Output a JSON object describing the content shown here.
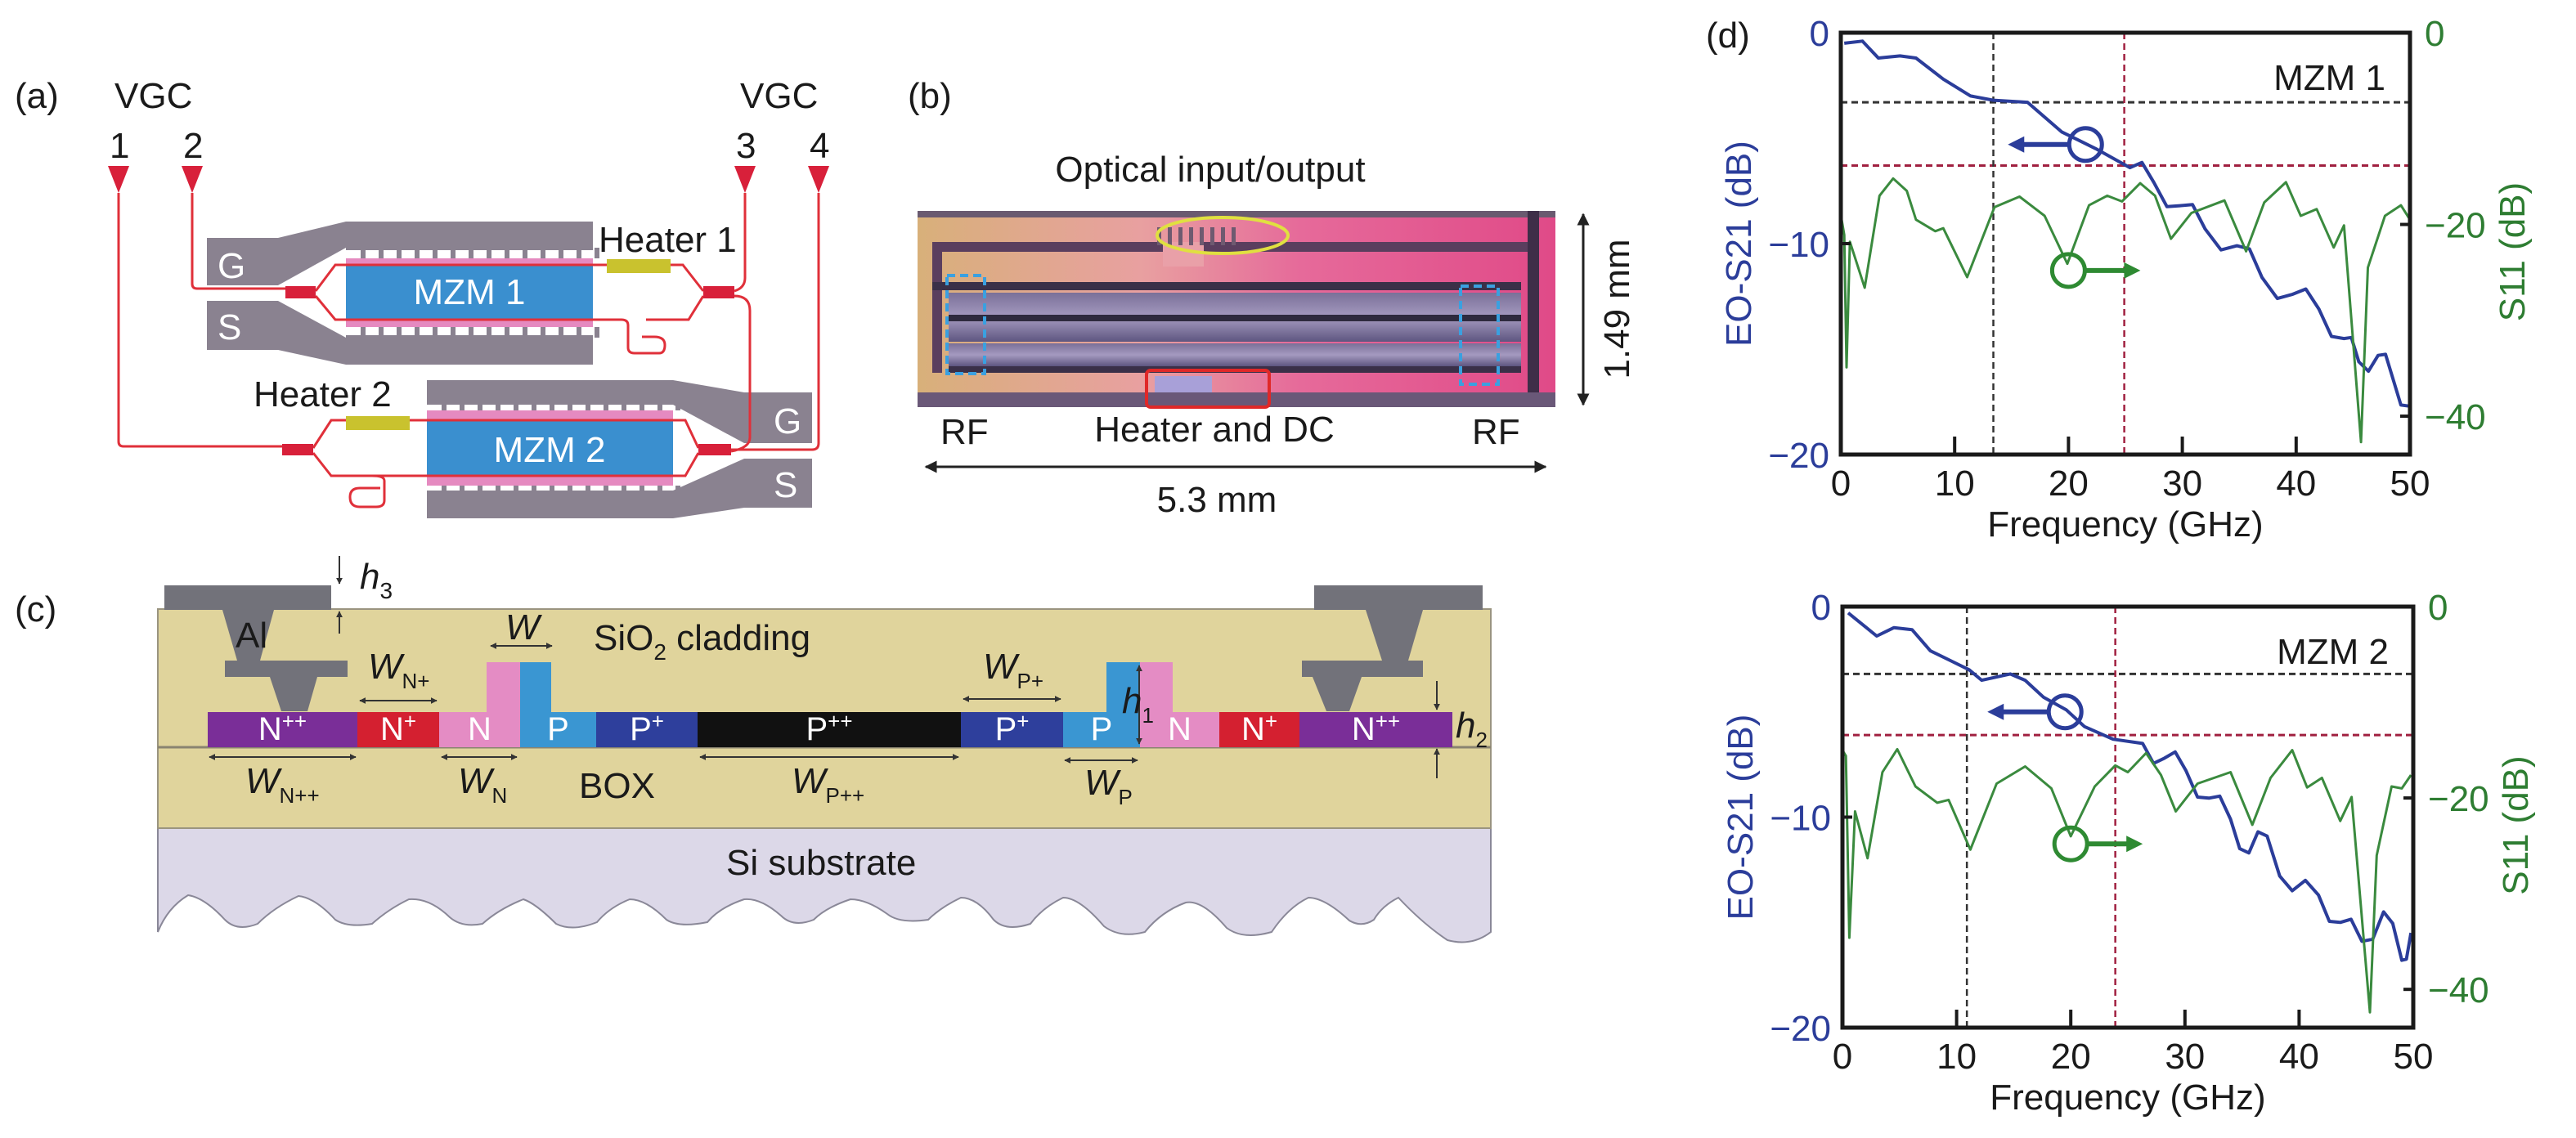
{
  "figure": {
    "panel_a": {
      "label": "(a)",
      "vgc_left_label": "VGC",
      "vgc_right_label": "VGC",
      "ports": [
        "1",
        "2",
        "3",
        "4"
      ],
      "modulators": [
        "MZM 1",
        "MZM 2"
      ],
      "heaters": [
        "Heater 1",
        "Heater 2"
      ],
      "electrode_labels": {
        "ground": "G",
        "signal": "S"
      },
      "colors": {
        "waveguide": "#e0303a",
        "electrode": "#8a8290",
        "modulator": "#3a8fcf",
        "doping": "#e58ac0",
        "heater": "#c9c22e"
      }
    },
    "panel_b": {
      "label": "(b)",
      "top_caption": "Optical input/output",
      "bottom_caption": "Heater and DC",
      "rf_left": "RF",
      "rf_right": "RF",
      "height_dim": "1.49 mm",
      "width_dim": "5.3 mm"
    },
    "panel_c": {
      "label": "(c)",
      "metal": "Al",
      "cladding": "SiO",
      "cladding_sub": "2",
      "cladding_tail": " cladding",
      "box": "BOX",
      "substrate": "Si substrate",
      "h3": "h",
      "h3_sub": "3",
      "h1": "h",
      "h1_sub": "1",
      "h2": "h",
      "h2_sub": "2",
      "w": "W",
      "regions": [
        {
          "name": "N",
          "sup": "++",
          "color": "#7a2e98"
        },
        {
          "name": "N",
          "sup": "+",
          "color": "#d42030"
        },
        {
          "name": "N",
          "sup": "",
          "color": "#e48cc4"
        },
        {
          "name": "P",
          "sup": "",
          "color": "#3a96d2"
        },
        {
          "name": "P",
          "sup": "+",
          "color": "#2e3f9c"
        },
        {
          "name": "P",
          "sup": "++",
          "color": "#111111"
        },
        {
          "name": "P",
          "sup": "+",
          "color": "#2e3f9c"
        },
        {
          "name": "P",
          "sup": "",
          "color": "#3a96d2"
        },
        {
          "name": "N",
          "sup": "",
          "color": "#e48cc4"
        },
        {
          "name": "N",
          "sup": "+",
          "color": "#d42030"
        },
        {
          "name": "N",
          "sup": "++",
          "color": "#7a2e98"
        }
      ],
      "widths": {
        "wn_pp": {
          "main": "W",
          "sub": "N++"
        },
        "wn_p": {
          "main": "W",
          "sub": "N+"
        },
        "wn": {
          "main": "W",
          "sub": "N"
        },
        "wp_pp": {
          "main": "W",
          "sub": "P++"
        },
        "wp_p": {
          "main": "W",
          "sub": "P+"
        },
        "wp": {
          "main": "W",
          "sub": "P"
        }
      }
    },
    "panel_d": {
      "label": "(d)"
    }
  },
  "chart_data": [
    {
      "type": "line",
      "title": "MZM 1",
      "xlabel": "Frequency (GHz)",
      "ylabel_left": "EO-S21 (dB)",
      "ylabel_right": "S11 (dB)",
      "xlim": [
        0,
        50
      ],
      "ylim_left": [
        -20,
        0
      ],
      "ylim_right": [
        -44,
        0
      ],
      "xticks": [
        "0",
        "10",
        "20",
        "30",
        "40",
        "50"
      ],
      "yticks_left": [
        "0",
        "−10",
        "−20"
      ],
      "yticks_right": [
        "0",
        "−20",
        "−40"
      ],
      "ref_lines": {
        "h_black_db": -3.3,
        "h_red_db": -6.3,
        "v_black_ghz": 13.4,
        "v_red_ghz": 24.9
      },
      "grid": false,
      "series": [
        {
          "name": "EO-S21",
          "axis": "left",
          "color": "#2b3d9a",
          "x": [
            0.3,
            1.9,
            3.3,
            5.2,
            6.6,
            9.0,
            11.4,
            13.4,
            16.4,
            19.4,
            22.4,
            25.4,
            27.5,
            29.8,
            32.0,
            34.8,
            37.0,
            39.7,
            42.0,
            44.2,
            45.5,
            47.2,
            48.5,
            49.9
          ],
          "y": [
            -0.5,
            -0.4,
            -1.2,
            -1.1,
            -1.2,
            -2.2,
            -3.0,
            -3.2,
            -3.3,
            -4.7,
            -5.5,
            -6.4,
            -7.1,
            -8.2,
            -9.3,
            -10.1,
            -11.6,
            -12.4,
            -13.1,
            -14.5,
            -15.6,
            -15.3,
            -16.4,
            -17.7
          ]
        },
        {
          "name": "S11",
          "axis": "right",
          "color": "#3a8a3e",
          "x": [
            0.0,
            0.3,
            0.5,
            0.8,
            2.1,
            3.4,
            4.6,
            5.8,
            6.6,
            8.3,
            9.0,
            11.1,
            13.5,
            15.7,
            17.9,
            19.9,
            21.8,
            23.4,
            24.7,
            26.3,
            27.6,
            29.0,
            30.8,
            33.7,
            35.6,
            37.2,
            39.1,
            40.4,
            41.8,
            43.3,
            44.2,
            45.7,
            46.3,
            47.8,
            49.2,
            50.0
          ],
          "y": [
            -19.0,
            -21.1,
            -34.9,
            -21.8,
            -26.6,
            -17.0,
            -15.2,
            -16.5,
            -19.5,
            -20.7,
            -20.4,
            -25.5,
            -18.2,
            -17.1,
            -19.1,
            -24.1,
            -18.0,
            -17.0,
            -17.6,
            -15.7,
            -17.0,
            -21.5,
            -18.8,
            -17.5,
            -22.8,
            -17.7,
            -15.6,
            -19.1,
            -18.4,
            -22.4,
            -20.1,
            -42.7,
            -24.5,
            -19.1,
            -18.0,
            -19.5
          ]
        }
      ]
    },
    {
      "type": "line",
      "title": "MZM 2",
      "xlabel": "Frequency (GHz)",
      "ylabel_left": "EO-S21 (dB)",
      "ylabel_right": "S11 (dB)",
      "xlim": [
        0,
        50
      ],
      "ylim_left": [
        -20,
        0
      ],
      "ylim_right": [
        -44,
        0
      ],
      "xticks": [
        "0",
        "10",
        "20",
        "30",
        "40",
        "50"
      ],
      "yticks_left": [
        "0",
        "−10",
        "−20"
      ],
      "yticks_right": [
        "0",
        "−20",
        "−40"
      ],
      "ref_lines": {
        "h_black_db": -3.2,
        "h_red_db": -6.1,
        "v_black_ghz": 10.9,
        "v_red_ghz": 23.9
      },
      "grid": false,
      "series": [
        {
          "name": "EO-S21",
          "axis": "left",
          "color": "#2b3d9a",
          "x": [
            0.5,
            3.0,
            4.5,
            6.1,
            7.7,
            9.6,
            11.1,
            12.2,
            14.7,
            16.0,
            17.6,
            19.6,
            21.2,
            23.7,
            26.3,
            28.2,
            30.1,
            32.1,
            34.0,
            35.6,
            37.2,
            39.4,
            41.7,
            43.6,
            45.5,
            47.4,
            49.0,
            49.8
          ],
          "y": [
            -0.3,
            -1.4,
            -1.0,
            -1.1,
            -2.1,
            -2.6,
            -3.0,
            -3.5,
            -3.2,
            -3.5,
            -4.3,
            -4.9,
            -5.7,
            -6.3,
            -6.5,
            -7.2,
            -7.8,
            -9.1,
            -10.1,
            -11.7,
            -10.9,
            -13.5,
            -13.7,
            -15.0,
            -15.9,
            -14.5,
            -16.8,
            -15.5
          ]
        },
        {
          "name": "S11",
          "axis": "right",
          "color": "#3a8a3e",
          "x": [
            0.0,
            0.3,
            0.6,
            1.1,
            2.2,
            3.5,
            4.8,
            6.4,
            8.3,
            9.3,
            11.2,
            13.5,
            16.0,
            18.3,
            20.0,
            22.1,
            23.9,
            25.0,
            26.6,
            27.9,
            29.2,
            31.1,
            34.0,
            35.9,
            37.5,
            39.4,
            40.7,
            42.0,
            43.6,
            44.6,
            46.2,
            46.8,
            48.1,
            49.0,
            49.8
          ],
          "y": [
            -15.0,
            -15.6,
            -34.6,
            -21.4,
            -26.3,
            -17.3,
            -14.9,
            -18.8,
            -20.5,
            -20.2,
            -25.4,
            -18.5,
            -16.7,
            -19.0,
            -24.0,
            -18.8,
            -16.6,
            -17.3,
            -15.3,
            -17.6,
            -21.4,
            -18.5,
            -17.3,
            -22.8,
            -17.9,
            -15.0,
            -18.9,
            -17.9,
            -22.4,
            -19.9,
            -42.4,
            -26.0,
            -18.8,
            -19.0,
            -17.6
          ]
        }
      ]
    }
  ]
}
